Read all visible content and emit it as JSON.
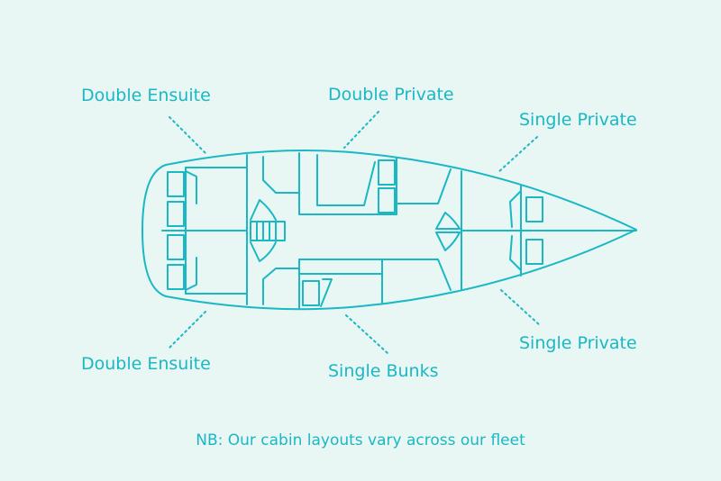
{
  "labels": {
    "double_ensuite_top": "Double Ensuite",
    "double_private": "Double Private",
    "single_private_top": "Single Private",
    "double_ensuite_bottom": "Double Ensuite",
    "single_bunks": "Single Bunks",
    "single_private_bottom": "Single Private"
  },
  "note": "NB: Our cabin layouts vary across our fleet",
  "colors": {
    "line": "#1ab8c4",
    "background": "#e8f6f4"
  }
}
